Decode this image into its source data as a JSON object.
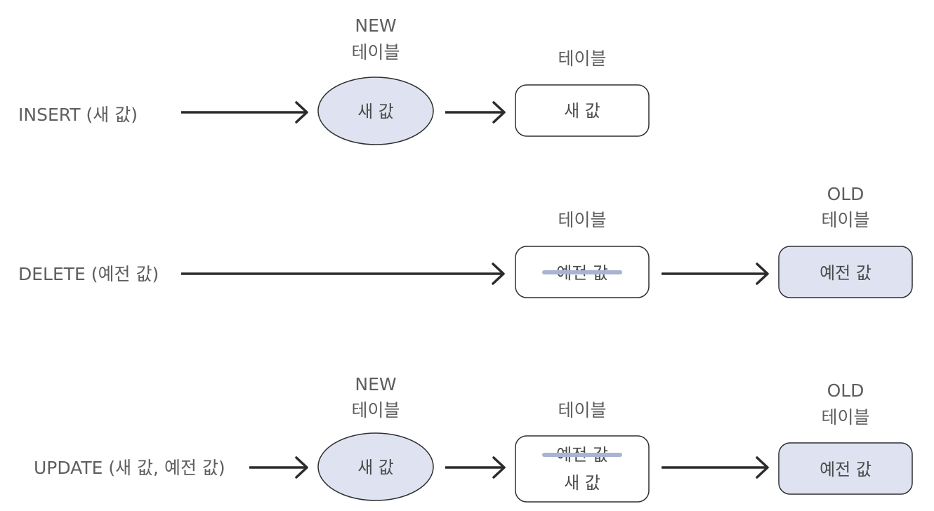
{
  "colors": {
    "shape_fill": "#dfe3f1",
    "arrow": "#2b2b2b",
    "strike": "#a9b4d2",
    "text": "#5e5e5e"
  },
  "rows": {
    "insert": {
      "label": "INSERT (새 값)",
      "new_table": {
        "title_line1": "NEW",
        "title_line2": "테이블",
        "value": "새 값"
      },
      "table": {
        "title": "테이블",
        "value": "새 값"
      }
    },
    "delete": {
      "label": "DELETE (예전 값)",
      "table": {
        "title": "테이블",
        "struck_value": "예전 값"
      },
      "old_table": {
        "title_line1": "OLD",
        "title_line2": "테이블",
        "value": "예전 값"
      }
    },
    "update": {
      "label": "UPDATE (새 값, 예전 값)",
      "new_table": {
        "title_line1": "NEW",
        "title_line2": "테이블",
        "value": "새 값"
      },
      "table": {
        "title": "테이블",
        "struck_value": "예전 값",
        "value": "새 값"
      },
      "old_table": {
        "title_line1": "OLD",
        "title_line2": "테이블",
        "value": "예전 값"
      }
    }
  }
}
